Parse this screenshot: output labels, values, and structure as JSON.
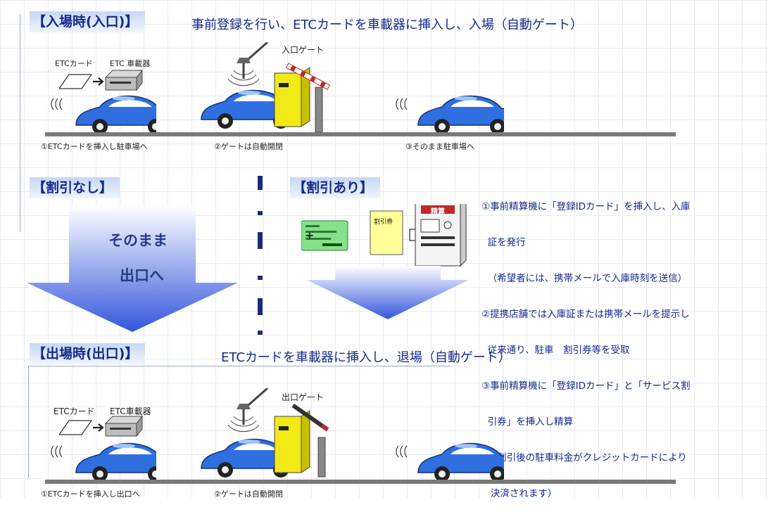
{
  "entry": {
    "header": "【入場時(入口)】",
    "headline": "事前登録を行い、ETCカードを車載器に挿入し、入場（自動ゲート）",
    "etc_card": "ETCカード",
    "etc_unit": "ETC 車載器",
    "gate_label": "入口ゲート",
    "captions": [
      "①ETCカードを挿入し駐車場へ",
      "②ゲートは自動開閉",
      "③そのまま駐車場へ"
    ]
  },
  "no_discount": {
    "header": "【割引なし】",
    "line1": "そのまま",
    "line2": "出口へ"
  },
  "with_discount": {
    "header": "【割引あり】",
    "coupon": "割引券",
    "plus": "+",
    "machine_sign": "精算",
    "steps": [
      "①事前精算機に「登録IDカード」を挿入し、入庫",
      "  証を発行",
      "  （希望者には、携帯メールで入庫時刻を送信）",
      "②提携店舗では入庫証または携帯メールを提示し",
      "  従来通り、駐車　割引券等を受取",
      "③事前精算機に「登録IDカード」と「サービス割",
      "  引券」を挿入し精算",
      "  （割引後の駐車料金がクレジットカードにより",
      "   決済されます）"
    ]
  },
  "exit": {
    "header": "【出場時(出口)】",
    "headline": "ETCカードを車載器に挿入し、退場（自動ゲート）",
    "etc_card": "ETCカード",
    "etc_unit": "ETC車載器",
    "gate_label": "出口ゲート",
    "captions": [
      "①ETCカードを挿入し出口へ",
      "②ゲートは自動開閉"
    ]
  },
  "colors": {
    "car": "#2f6fe0",
    "gate": "#f2ea16",
    "accent": "#162a8c"
  }
}
